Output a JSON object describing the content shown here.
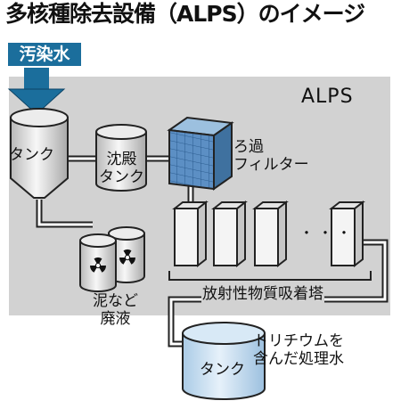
{
  "title": "多核種除去設備（ALPS）のイメージ",
  "input_label": "汚染水",
  "system_label": "ALPS",
  "tank1_label": "タンク",
  "settling_tank_label": "沈殿\nタンク",
  "filter_label": "ろ過\nフィルター",
  "sludge_label": "泥など\n廃液",
  "adsorption_label": "放射性物質吸着塔",
  "ellipsis": "・・・",
  "treated_water_label": "トリチウムを\n含んだ処理水",
  "tank2_label": "タンク",
  "colors": {
    "panel": "#d2d2d2",
    "water_blue": "#1b6e9c",
    "light_blue": "#cfe4f4",
    "cube_blue": "#5c8fc4",
    "tower_face": "#f4f4f4",
    "tower_side": "#c6c6c6"
  },
  "icons": [
    "radiation-icon",
    "arrow-down-icon"
  ]
}
